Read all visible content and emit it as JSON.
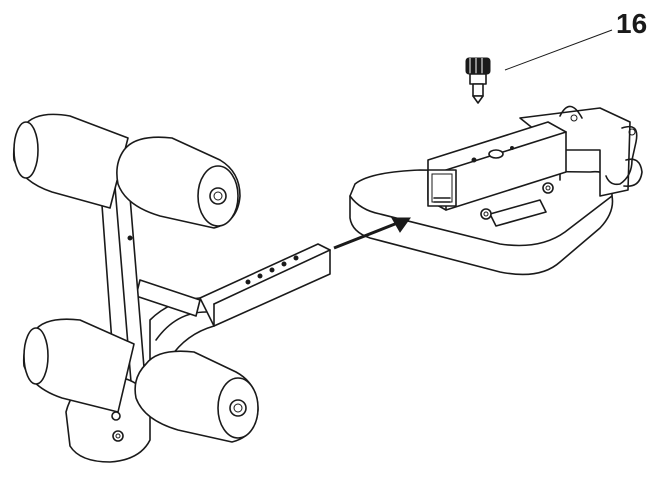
{
  "diagram": {
    "type": "assembly-instruction",
    "callouts": [
      {
        "label": "16",
        "points_to": "knob-bolt"
      }
    ],
    "colors": {
      "line": "#1a1a1a",
      "background": "#ffffff",
      "shade": "#d9d9d9"
    }
  }
}
